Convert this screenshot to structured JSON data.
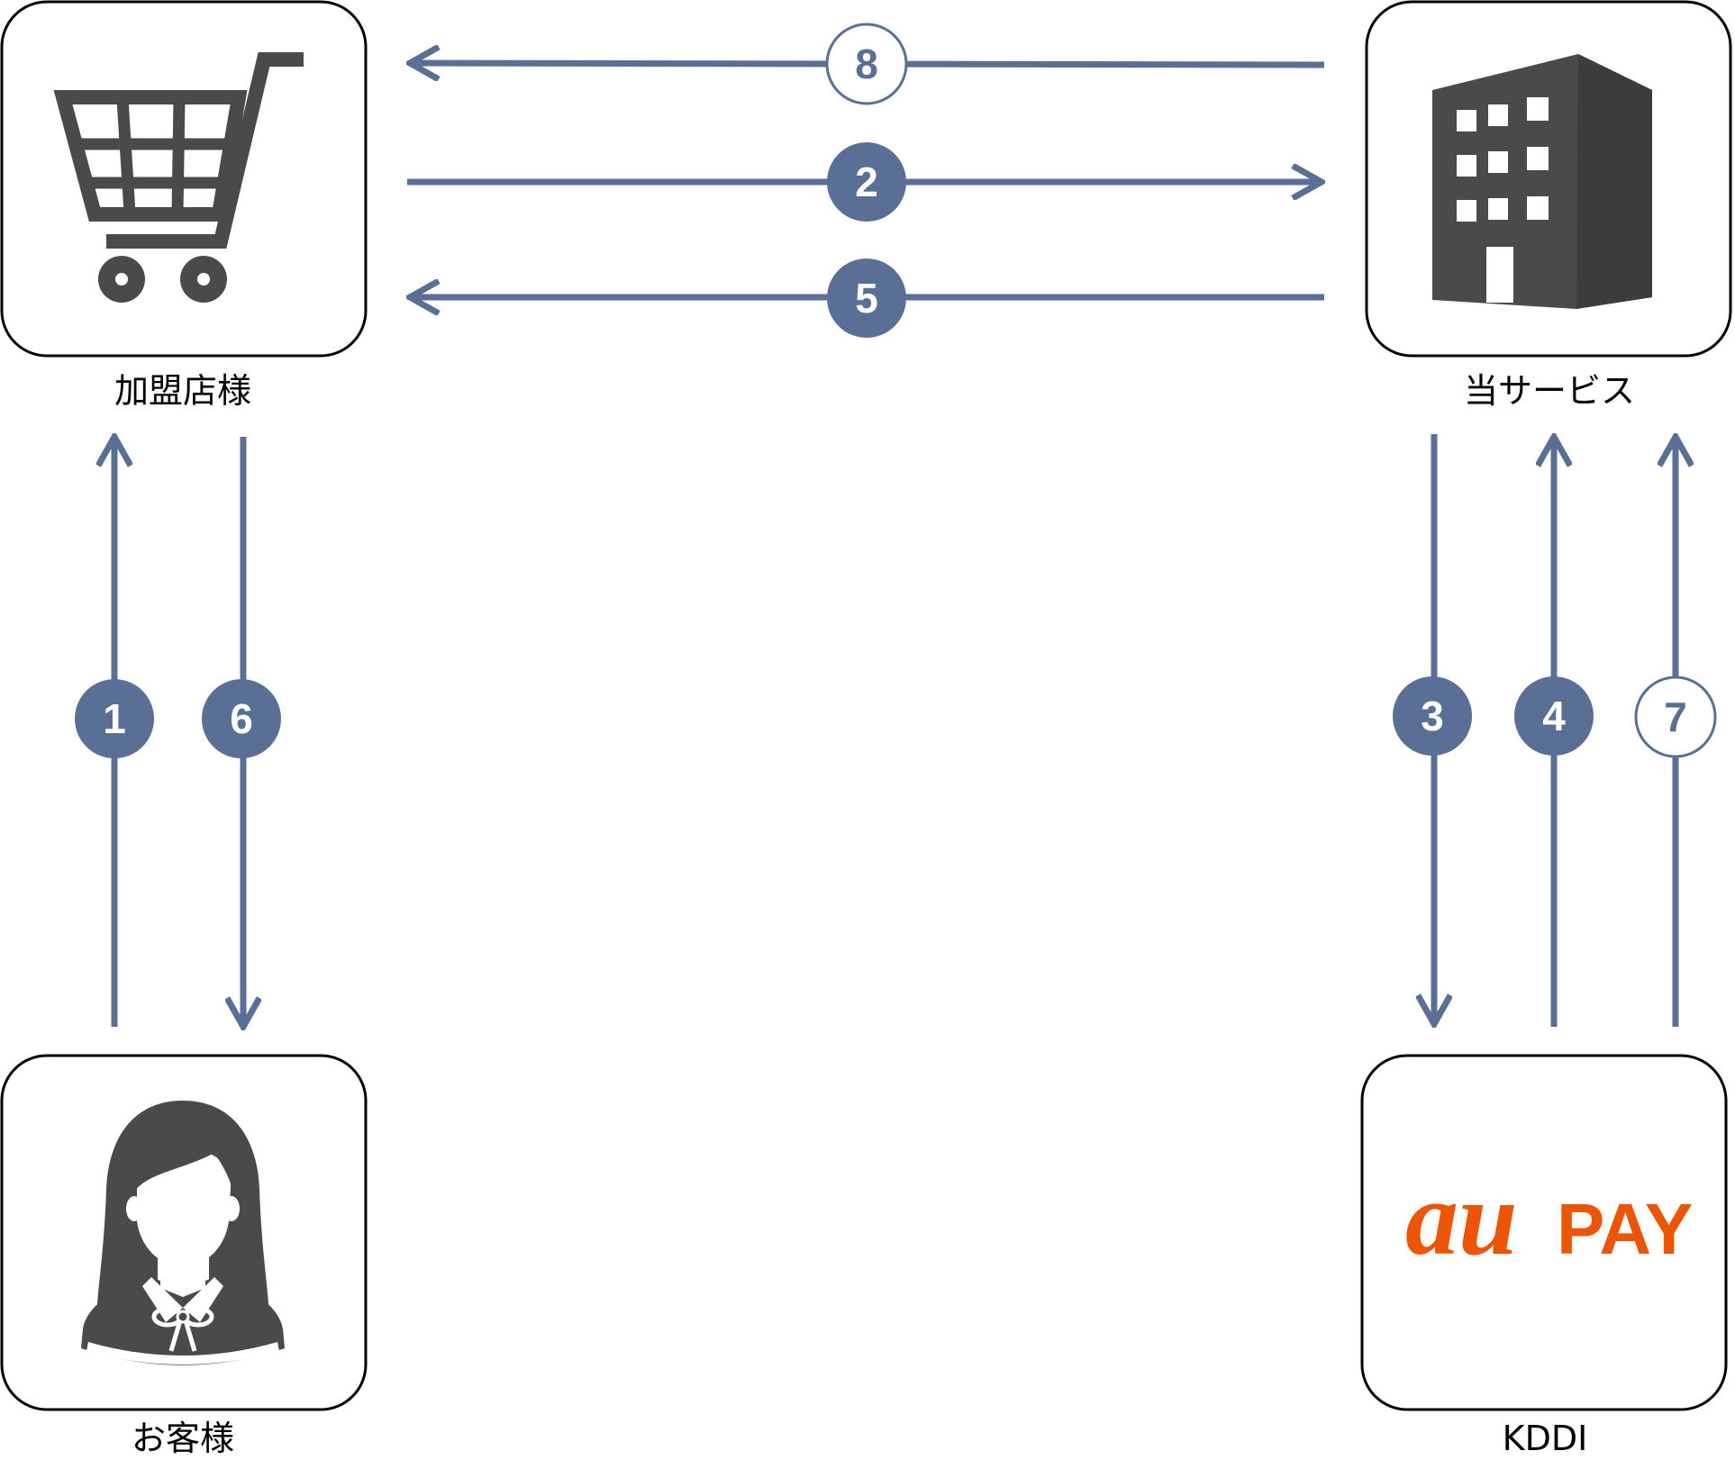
{
  "colors": {
    "arrow": "#5a6f96",
    "icon": "#4a4a4a",
    "logo": "#eb5505",
    "border": "#000000"
  },
  "nodes": {
    "merchant": {
      "label": "加盟店様",
      "icon": "shopping-cart-icon"
    },
    "service": {
      "label": "当サービス",
      "icon": "office-building-icon"
    },
    "customer": {
      "label": "お客様",
      "icon": "woman-avatar-icon"
    },
    "kddi": {
      "label": "KDDI",
      "icon": "au-pay-logo",
      "logo_au": "au",
      "logo_pay": "PAY"
    }
  },
  "steps": [
    {
      "number": "1",
      "from": "customer",
      "to": "merchant",
      "style": "filled"
    },
    {
      "number": "2",
      "from": "merchant",
      "to": "service",
      "style": "filled"
    },
    {
      "number": "3",
      "from": "service",
      "to": "kddi",
      "style": "filled"
    },
    {
      "number": "4",
      "from": "kddi",
      "to": "service",
      "style": "filled"
    },
    {
      "number": "5",
      "from": "service",
      "to": "merchant",
      "style": "filled"
    },
    {
      "number": "6",
      "from": "merchant",
      "to": "customer",
      "style": "filled"
    },
    {
      "number": "7",
      "from": "kddi",
      "to": "service",
      "style": "outline"
    },
    {
      "number": "8",
      "from": "service",
      "to": "merchant",
      "style": "outline"
    }
  ]
}
